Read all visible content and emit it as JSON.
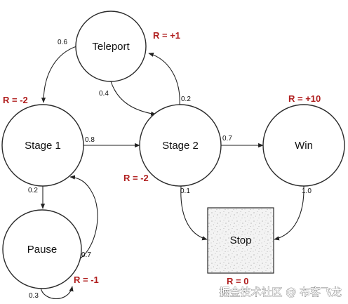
{
  "states": {
    "teleport": {
      "label": "Teleport",
      "reward": "R = +1"
    },
    "stage1": {
      "label": "Stage 1",
      "reward": "R = -2"
    },
    "stage2": {
      "label": "Stage 2",
      "reward": "R = -2"
    },
    "win": {
      "label": "Win",
      "reward": "R = +10"
    },
    "pause": {
      "label": "Pause",
      "reward": "R = -1"
    },
    "stop": {
      "label": "Stop",
      "reward": "R = 0"
    }
  },
  "transitions": {
    "teleport_to_stage1": "0.6",
    "teleport_to_stage2": "0.4",
    "stage2_to_teleport": "0.2",
    "stage1_to_stage2": "0.8",
    "stage1_to_pause": "0.2",
    "stage2_to_win": "0.7",
    "stage2_to_stop": "0.1",
    "win_to_stop": "1.0",
    "pause_to_stage1": "0.7",
    "pause_self_loop": "0.3"
  },
  "watermark": "掘金技术社区 @ 布客飞龙"
}
